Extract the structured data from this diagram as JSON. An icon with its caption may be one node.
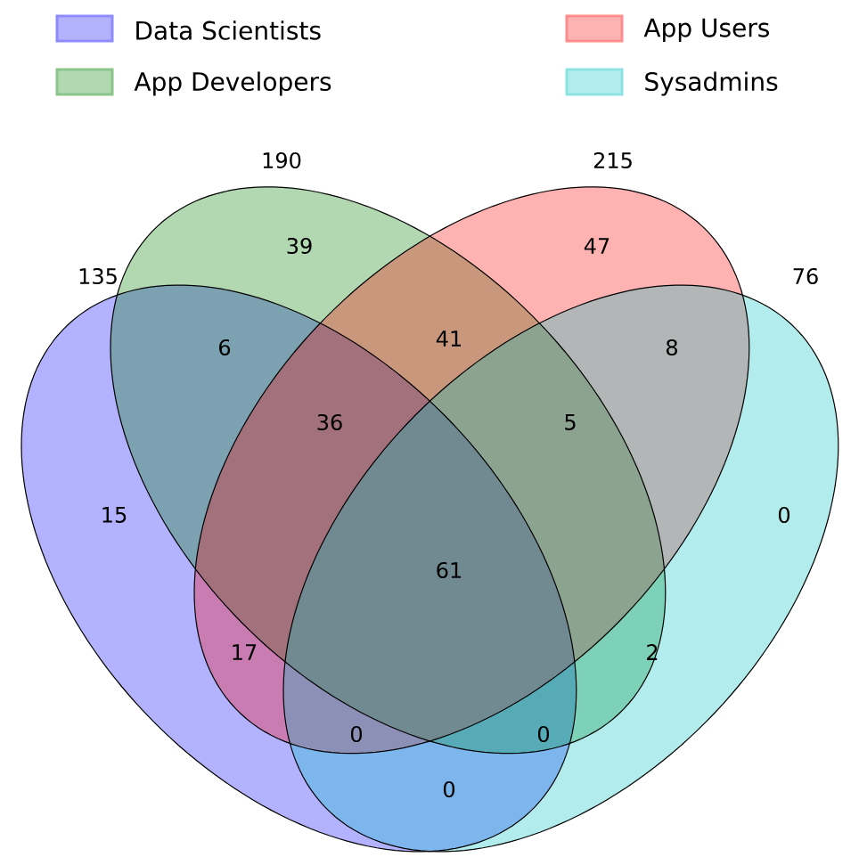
{
  "diagram": {
    "nodes": [
      {
        "text": [],
        "shape": "ellipse",
        "beside": [
          "135"
        ]
      },
      {
        "text": [],
        "shape": "ellipse",
        "beside": [
          "190"
        ]
      },
      {
        "text": [],
        "shape": "ellipse",
        "beside": [
          "215"
        ]
      },
      {
        "text": [],
        "shape": "ellipse",
        "beside": [
          "76"
        ]
      }
    ],
    "labels": [
      "39",
      "47",
      "6",
      "41",
      "8",
      "36",
      "5",
      "15",
      "0",
      "61",
      "17",
      "2",
      "0",
      "0",
      "0"
    ],
    "legend": [
      {
        "text": "Data Scientists",
        "color": "#b2b2ff"
      },
      {
        "text": "App Developers",
        "color": "#b2d8b2"
      },
      {
        "text": "App Users",
        "color": "#ffb2b2"
      },
      {
        "text": "Sysadmins",
        "color": "#b2ecec"
      }
    ]
  }
}
